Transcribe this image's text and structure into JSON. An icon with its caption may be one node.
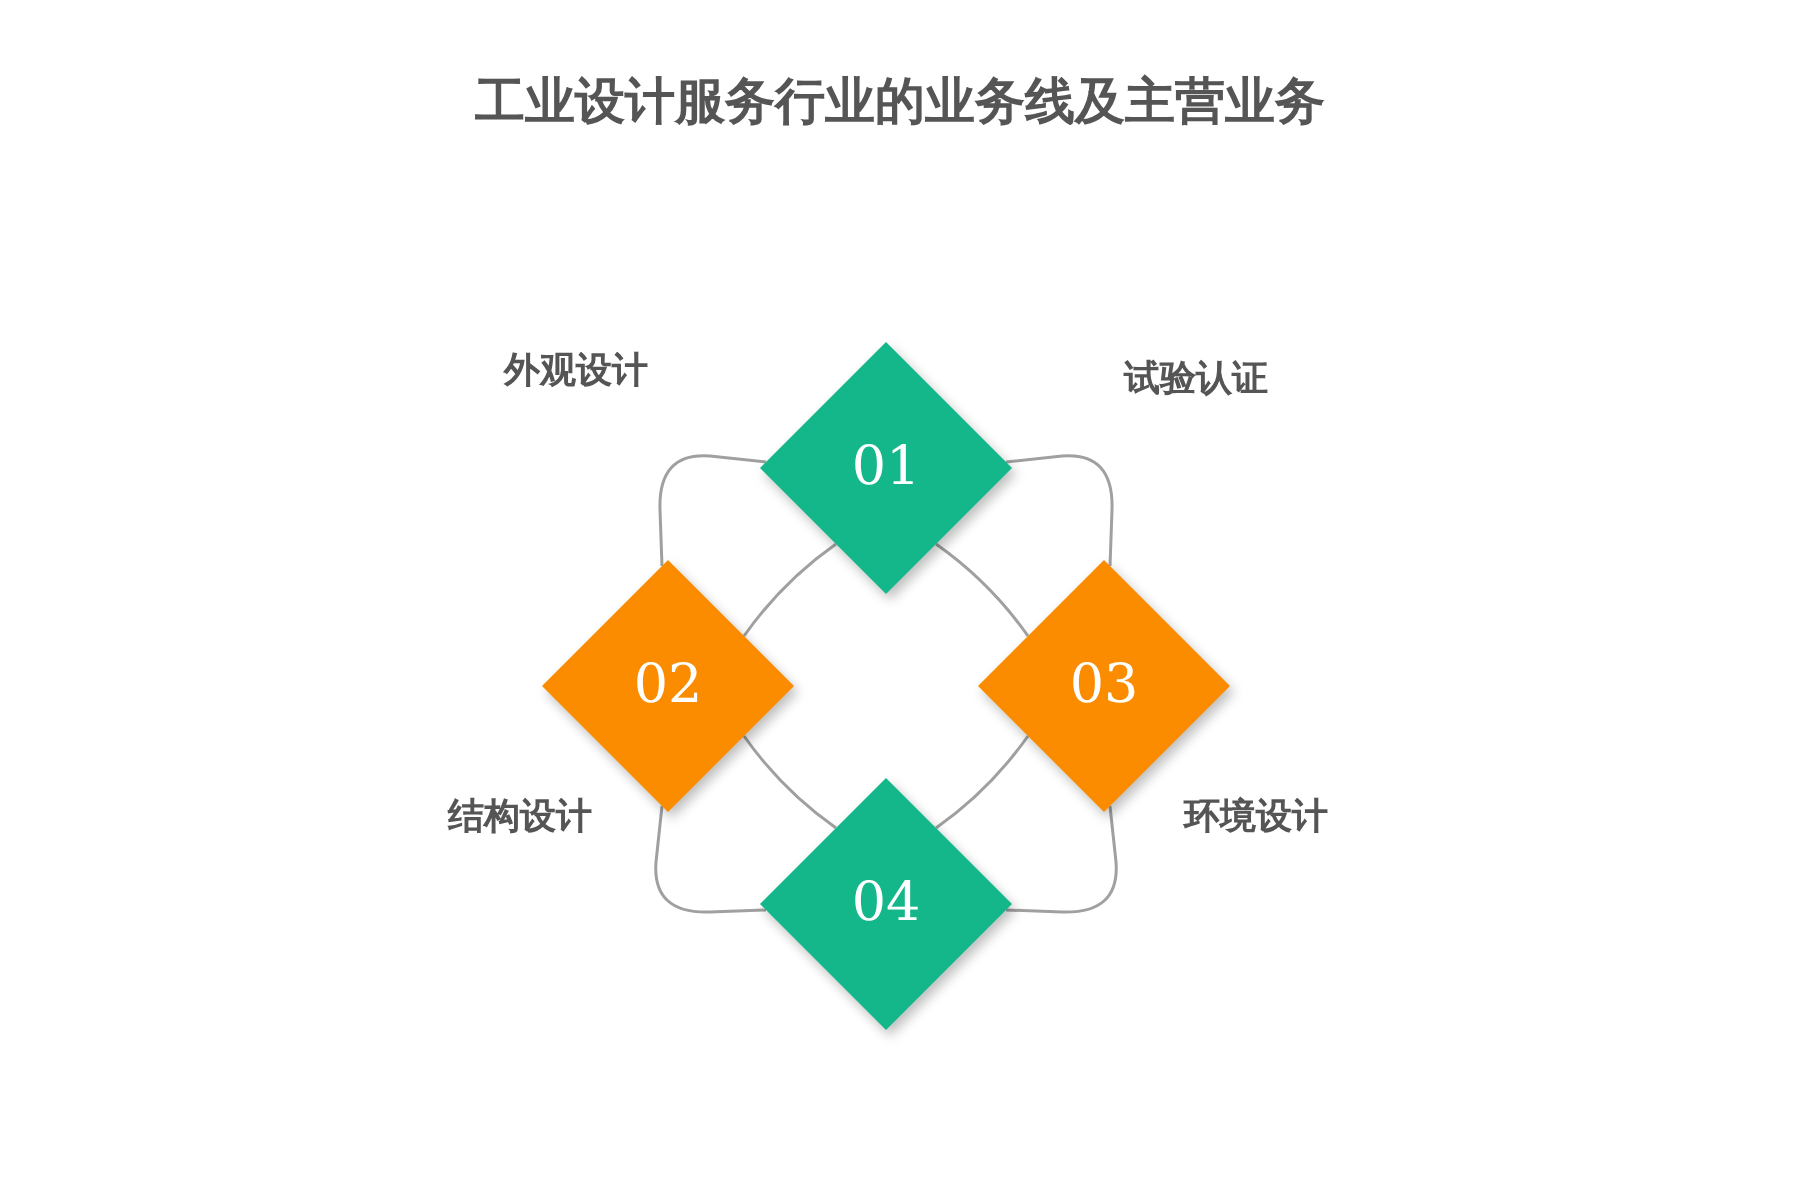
{
  "diagram": {
    "title": "工业设计服务行业的业务线及主营业务",
    "nodes": [
      {
        "text": [
          "01"
        ]
      },
      {
        "text": [
          "02"
        ]
      },
      {
        "text": [
          "03"
        ]
      },
      {
        "text": [
          "04"
        ]
      }
    ],
    "edges": [
      {
        "from": 0,
        "to": 1,
        "arrow": "none"
      },
      {
        "from": 0,
        "to": 1,
        "arrow": "none"
      },
      {
        "from": 0,
        "to": 2,
        "arrow": "none"
      },
      {
        "from": 0,
        "to": 2,
        "arrow": "none"
      },
      {
        "from": 1,
        "to": 3,
        "arrow": "none"
      },
      {
        "from": 1,
        "to": 3,
        "arrow": "none"
      },
      {
        "from": 2,
        "to": 3,
        "arrow": "none"
      },
      {
        "from": 2,
        "to": 3,
        "arrow": "none"
      }
    ],
    "labels": [
      "外观设计",
      "试验认证",
      "结构设计",
      "环境设计"
    ]
  }
}
